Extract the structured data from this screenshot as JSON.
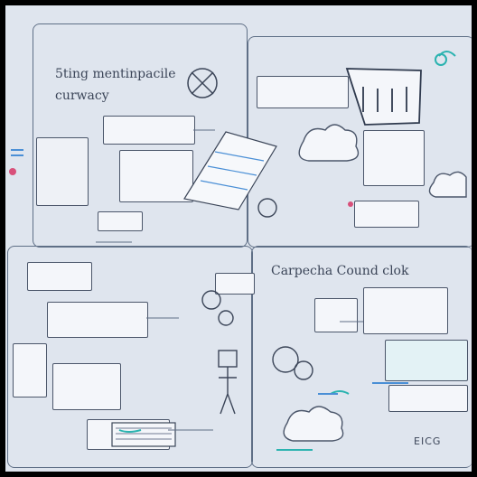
{
  "texts": {
    "top_left_heading_line1": "5ting mentinpacile",
    "top_left_heading_line2": "curwacy",
    "bottom_right_heading": "Carpecha Cound clok",
    "bottom_right_footer": "EICG"
  },
  "colors": {
    "background": "#dfe5ee",
    "frame": "#000000",
    "ink": "#3b4558",
    "accent_teal": "#2bb3b0",
    "accent_blue": "#4a8fd6",
    "accent_pink": "#d8507a"
  },
  "icons": [
    "compass-icon",
    "cloud-icon",
    "gear-icon",
    "robot-icon",
    "document-icon",
    "database-icon"
  ]
}
